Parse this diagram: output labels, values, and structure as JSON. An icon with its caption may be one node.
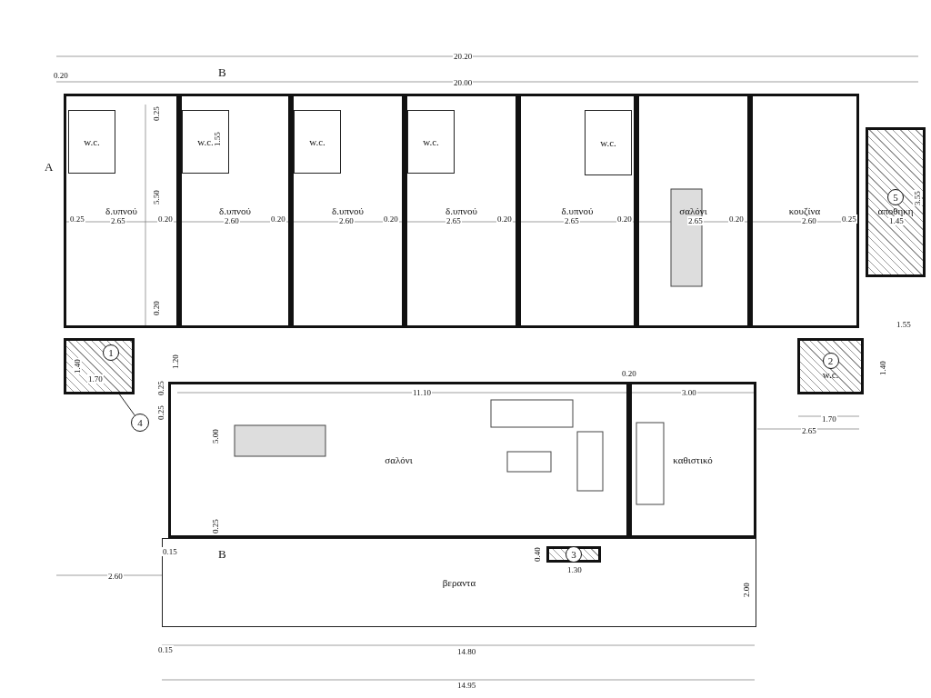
{
  "diagram": {
    "nodes": [
      {
        "text": [
          "δ.υπνού"
        ]
      },
      {
        "text": [
          "w.c."
        ],
        "in": 0
      },
      {
        "text": [
          "δ.υπνού"
        ]
      },
      {
        "text": [
          "w.c."
        ],
        "in": 2
      },
      {
        "text": [
          "δ.υπνού"
        ]
      },
      {
        "text": [
          "w.c."
        ],
        "in": 4
      },
      {
        "text": [
          "δ.υπνού"
        ]
      },
      {
        "text": [
          "w.c."
        ],
        "in": 6
      },
      {
        "text": [
          "δ.υπνού"
        ]
      },
      {
        "text": [
          "w.c."
        ],
        "in": 8
      },
      {
        "text": [
          "σαλόνι"
        ]
      },
      {
        "text": [
          "κουζίνα"
        ]
      },
      {
        "text": [
          "5",
          "αποθηκη"
        ]
      },
      {
        "text": [
          "1"
        ]
      },
      {
        "text": [
          "2",
          "w.c."
        ]
      },
      {
        "text": [
          "σαλόνι"
        ]
      },
      {
        "text": [
          "καθιστικό"
        ]
      },
      {
        "text": [
          "βεραντα"
        ]
      },
      {
        "text": [
          "3"
        ],
        "in": 17
      },
      {
        "text": [
          "4"
        ]
      }
    ],
    "edges": [
      {
        "from": 19,
        "to": 13,
        "arrow": "none"
      }
    ],
    "labels": [
      "20.20",
      "0.20",
      "B",
      "20.00",
      "0.25",
      "1.55",
      "A",
      "5.50",
      "0.25",
      "2.65",
      "0.20",
      "2.60",
      "0.20",
      "2.60",
      "0.20",
      "2.65",
      "0.20",
      "2.65",
      "0.20",
      "2.65",
      "0.20",
      "2.60",
      "0.25",
      "1.45",
      "3.55",
      "0.20",
      "1.55",
      "1.40",
      "1.70",
      "1.20",
      "11.10",
      "0.20",
      "3.00",
      "1.40",
      "0.25",
      "0.25",
      "5.00",
      "1.70",
      "2.65",
      "0.25",
      "0.15",
      "B",
      "0.40",
      "1.30",
      "2.60",
      "2.00",
      "0.15",
      "14.80",
      "14.95"
    ]
  }
}
